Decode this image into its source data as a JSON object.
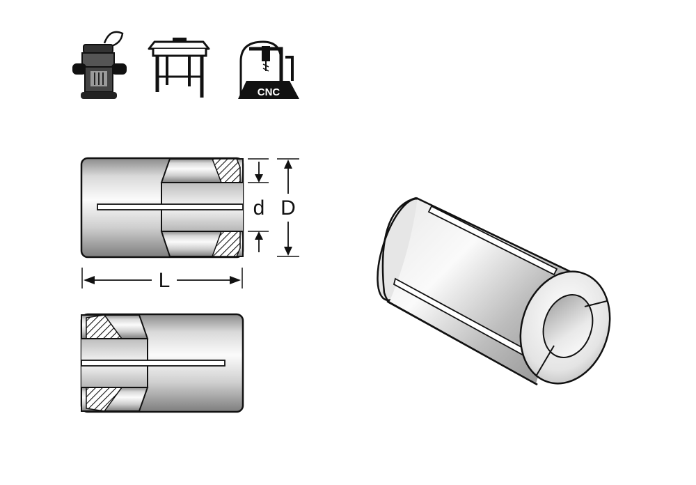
{
  "icons": {
    "router": {
      "name": "router-icon"
    },
    "router_table": {
      "name": "router-table-icon"
    },
    "cnc": {
      "name": "cnc-machine-icon",
      "label": "CNC"
    }
  },
  "dimensions": {
    "inner_diameter": "d",
    "outer_diameter": "D",
    "length": "L"
  },
  "colors": {
    "ink": "#111111",
    "steel_light": "#f4f4f4",
    "steel_mid": "#c8c8c8",
    "steel_dark": "#7a7a7a"
  }
}
